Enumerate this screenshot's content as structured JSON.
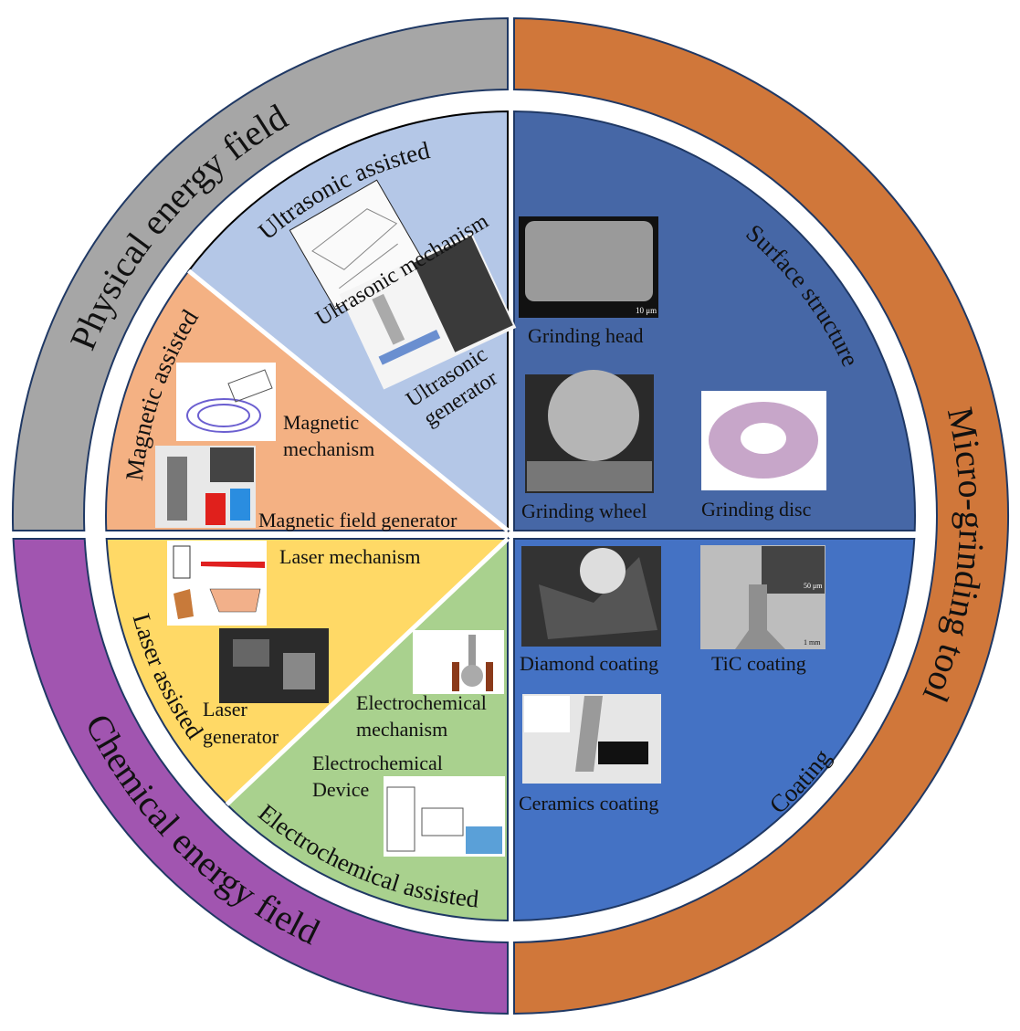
{
  "colors": {
    "physical_ring": "#a6a6a6",
    "micro_ring": "#d0773a",
    "chemical_ring": "#a155b0",
    "ultrasonic": "#b4c7e7",
    "magnetic": "#f4b183",
    "laser": "#ffd966",
    "electrochemical": "#a9d18e",
    "surface_structure": "#4667a6",
    "coating": "#4472c4"
  },
  "ring": {
    "physical": "Physical energy field",
    "chemical": "Chemical energy field",
    "micro": "Micro-grinding tool"
  },
  "sectors": {
    "ultrasonic": {
      "title": "Ultrasonic assisted",
      "mechanism": "Ultrasonic mechanism",
      "generator_line1": "Ultrasonic",
      "generator_line2": "generator"
    },
    "magnetic": {
      "title": "Magnetic assisted",
      "mechanism_line1": "Magnetic",
      "mechanism_line2": "mechanism",
      "generator": "Magnetic field generator"
    },
    "laser": {
      "title": "Laser assisted",
      "mechanism": "Laser mechanism",
      "generator_line1": "Laser",
      "generator_line2": "generator"
    },
    "electrochemical": {
      "title": "Electrochemical assisted",
      "mechanism_line1": "Electrochemical",
      "mechanism_line2": "mechanism",
      "device_line1": "Electrochemical",
      "device_line2": "Device"
    },
    "surface_structure": {
      "title": "Surface structure",
      "grinding_head": "Grinding head",
      "grinding_wheel": "Grinding wheel",
      "grinding_disc": "Grinding disc",
      "scale_head": "10 μm"
    },
    "coating": {
      "title": "Coating",
      "diamond": "Diamond coating",
      "tic": "TiC coating",
      "ceramics": "Ceramics coating",
      "scale_tic_inset": "50 μm",
      "scale_tic": "1 mm"
    }
  }
}
